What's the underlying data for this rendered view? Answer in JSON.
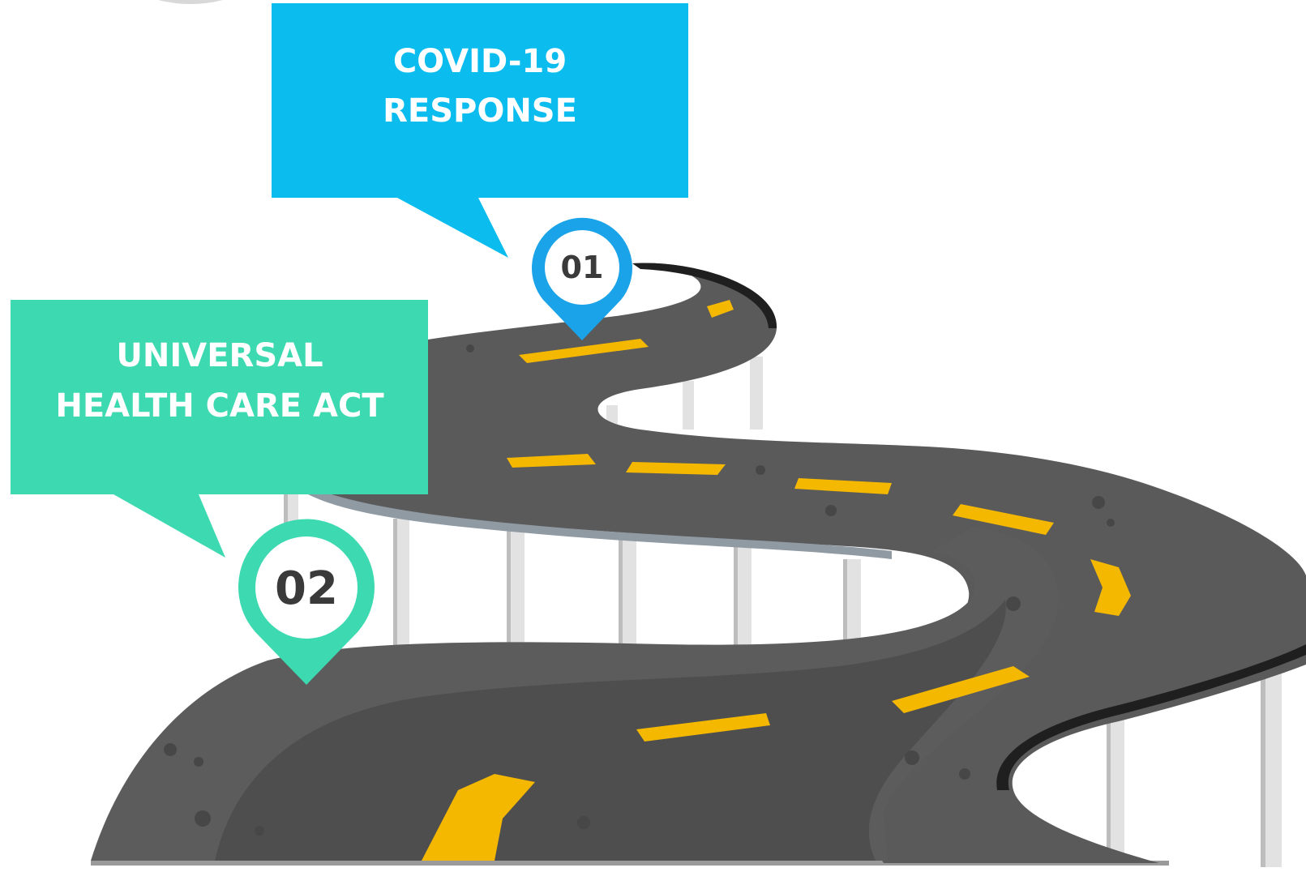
{
  "milestones": [
    {
      "number": "01",
      "title_line1": "COVID-19",
      "title_line2": "RESPONSE",
      "color": "#0bbcef"
    },
    {
      "number": "02",
      "title_line1": "UNIVERSAL",
      "title_line2": "HEALTH CARE ACT",
      "color": "#3dd9b1"
    }
  ],
  "colors": {
    "road": "#5a5a5a",
    "road_dark": "#3c3c3c",
    "road_edge": "#1f1f1f",
    "road_light": "#6d6d6d",
    "lane_marking": "#f5b800",
    "pillar": "#e2e2e2",
    "pillar_shadow": "#bdbdbd",
    "pin_1": "#1aa3e8",
    "pin_2": "#3dd9b1"
  }
}
